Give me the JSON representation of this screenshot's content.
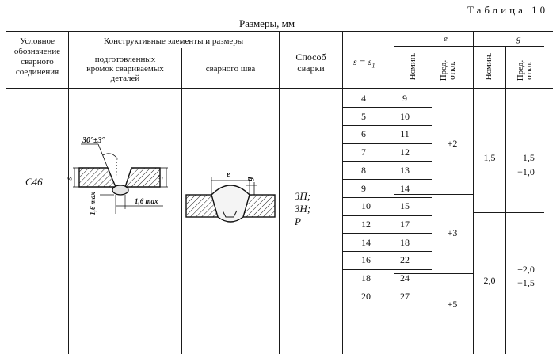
{
  "table_label": "Таблица 10",
  "dims_caption": "Размеры, мм",
  "header": {
    "designation": [
      "Условное",
      "обозначение",
      "сварного",
      "соединения"
    ],
    "constructive": "Конструктивные элементы и размеры",
    "edges": [
      "подготовленных",
      "кромок свариваемых",
      "деталей"
    ],
    "seam": "сварного шва",
    "method": [
      "Способ",
      "сварки"
    ],
    "s_label": "s = s",
    "s_sub": "1",
    "e_label": "e",
    "g_label": "g",
    "nominal": "Номин.",
    "deviation": "Пред. откл."
  },
  "designation_value": "С46",
  "methods": [
    "ЗП;",
    "ЗН;",
    "Р"
  ],
  "drawing_labels": {
    "angle": "30°±3°",
    "s": "s",
    "s1": "s",
    "s1_sub": "1",
    "max1": "1,6 max",
    "max2": "1,6 max",
    "e": "e",
    "g": "g"
  },
  "rows": [
    {
      "s": "4",
      "e": "9"
    },
    {
      "s": "5",
      "e": "10"
    },
    {
      "s": "6",
      "e": "11"
    },
    {
      "s": "7",
      "e": "12"
    },
    {
      "s": "8",
      "e": "13"
    },
    {
      "s": "9",
      "e": "14"
    },
    {
      "s": "10",
      "e": "15"
    },
    {
      "s": "12",
      "e": "17"
    },
    {
      "s": "14",
      "e": "18"
    },
    {
      "s": "16",
      "e": "22"
    },
    {
      "s": "18",
      "e": "24"
    },
    {
      "s": "20",
      "e": "27"
    }
  ],
  "e_dev": [
    "+2",
    "+3",
    "+5"
  ],
  "g_groups": [
    {
      "nominal": "1,5",
      "dev1": "+1,5",
      "dev2": "−1,0"
    },
    {
      "nominal": "2,0",
      "dev1": "+2,0",
      "dev2": "−1,5"
    }
  ]
}
